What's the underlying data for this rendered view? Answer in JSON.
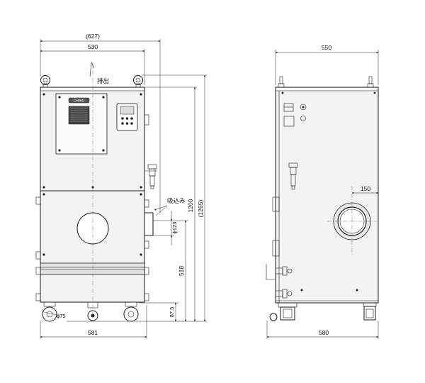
{
  "labels": {
    "front_width_overall": "(627)",
    "front_width_top": "530",
    "exhaust": "排出",
    "intake": "吸込み",
    "front_width_bottom": "581",
    "height_body": "1200",
    "height_overall": "(1265)",
    "intake_dia": "ϕ123",
    "intake_height": "518",
    "bottom_height": "87.5",
    "caster_dia": "ϕ75",
    "side_width_top": "550",
    "intake_offset": "150",
    "side_width_bottom": "580",
    "logo": "CHIKO"
  }
}
